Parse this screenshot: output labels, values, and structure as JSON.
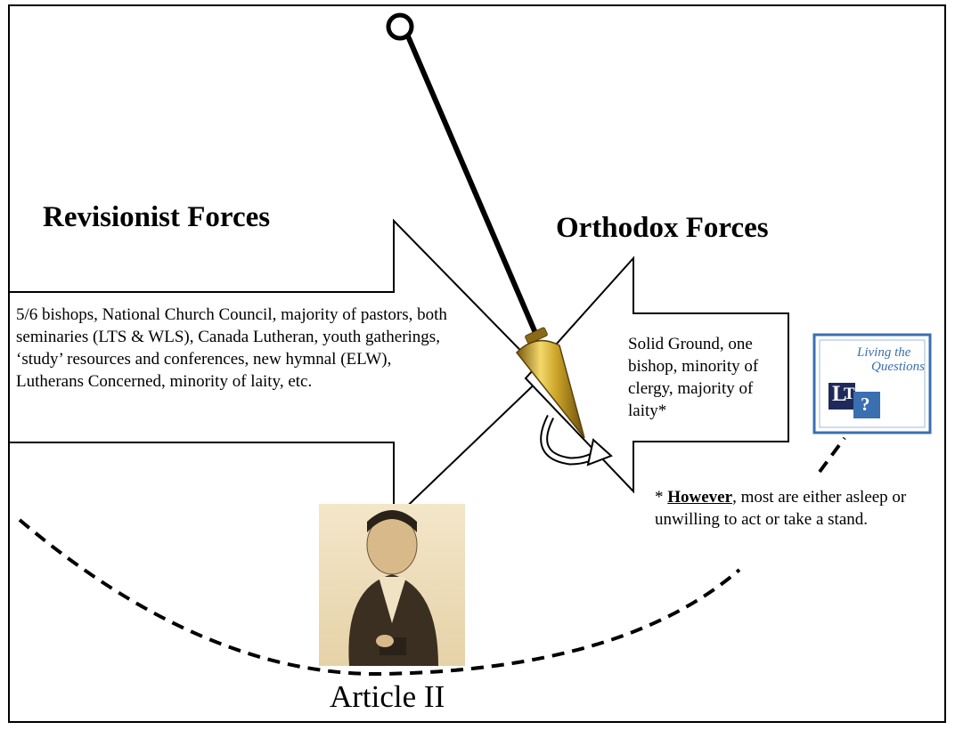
{
  "diagram": {
    "left_heading": "Revisionist Forces",
    "right_heading": "Orthodox Forces",
    "left_box_text": "5/6 bishops, National Church Council, majority of pastors,  both seminaries (LTS & WLS), Canada Lutheran, youth gatherings, ‘study’ resources and conferences, new hymnal (ELW), Lutherans Concerned, minority of laity, etc.",
    "right_box_text": "Solid Ground,  one bishop, minority of clergy, majority of laity*",
    "note_prefix": "* ",
    "note_emphasis": "However",
    "note_rest": ", most are either asleep or unwilling to act or take a stand.",
    "caption": "Article II",
    "logo": {
      "line1": "Living the",
      "line2": "Questions",
      "mark_l": "L",
      "mark_t": "T",
      "mark_q": "?"
    },
    "portrait_icon": "martin-luther-portrait",
    "colors": {
      "plumb_bob_gold": "#c9a227",
      "logo_blue": "#3a6fb0",
      "logo_navy": "#1f2a5a"
    }
  }
}
